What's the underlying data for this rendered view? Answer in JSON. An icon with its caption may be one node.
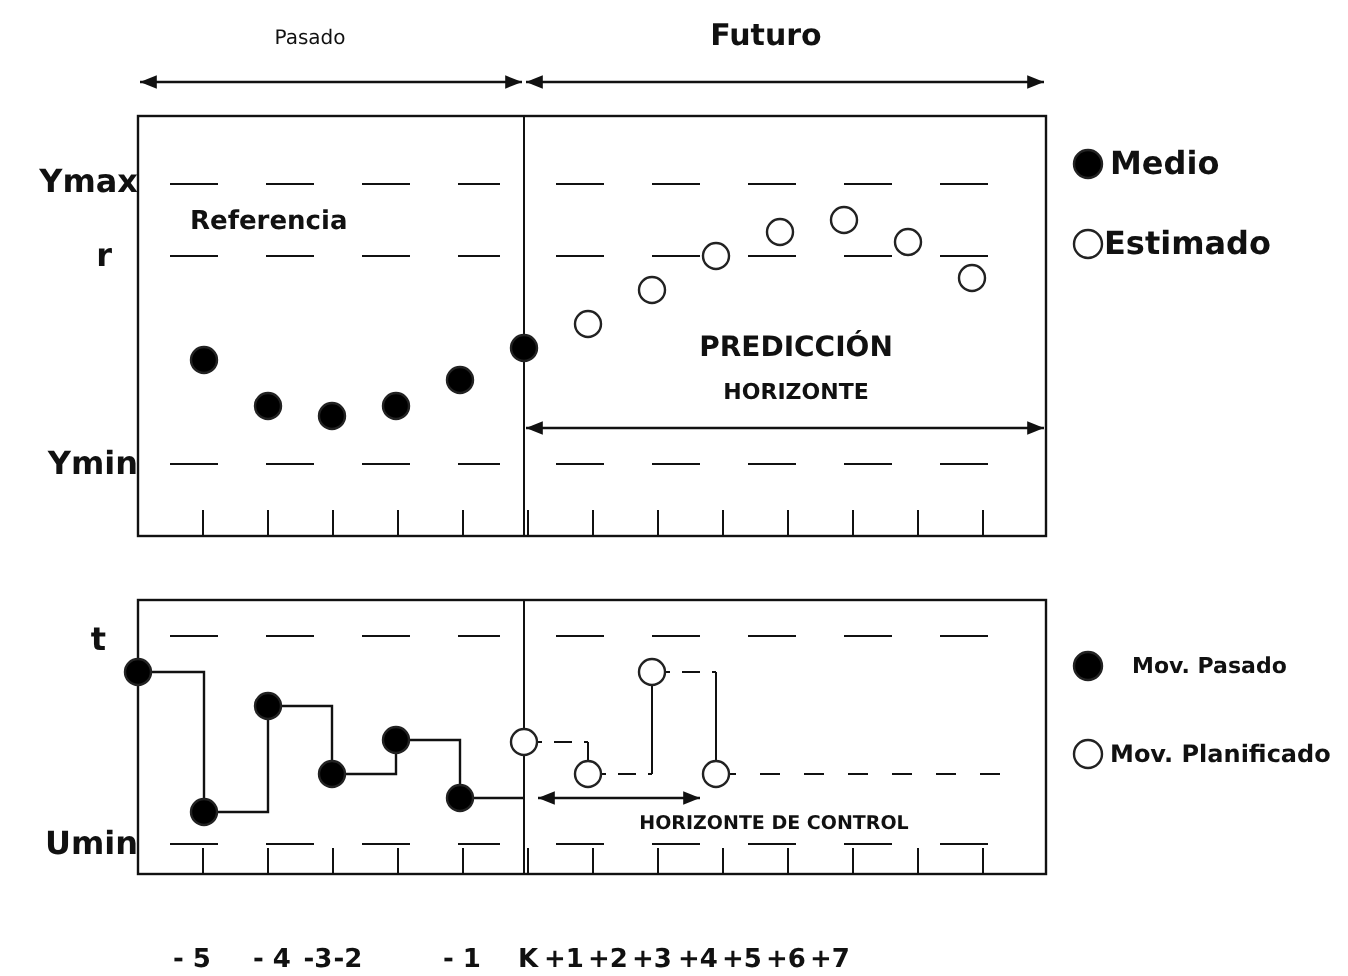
{
  "diagram": {
    "labels": [
      "Pasado",
      "Futuro",
      "Ymax",
      "Referencia",
      "r",
      "PREDICCIÓN",
      "HORIZONTE",
      "Ymin",
      "t",
      "HORIZONTE DE CONTROL",
      "Umin",
      "- 5",
      "- 4",
      "-3",
      "-2",
      "- 1",
      "K",
      "+1",
      "+2",
      "+3",
      "+4",
      "+5",
      "+6",
      "+7"
    ],
    "legend": [
      {
        "text": "Medio"
      },
      {
        "text": "Estimado"
      },
      {
        "text": "Mov. Pasado"
      },
      {
        "text": "Mov. Planificado"
      }
    ]
  }
}
